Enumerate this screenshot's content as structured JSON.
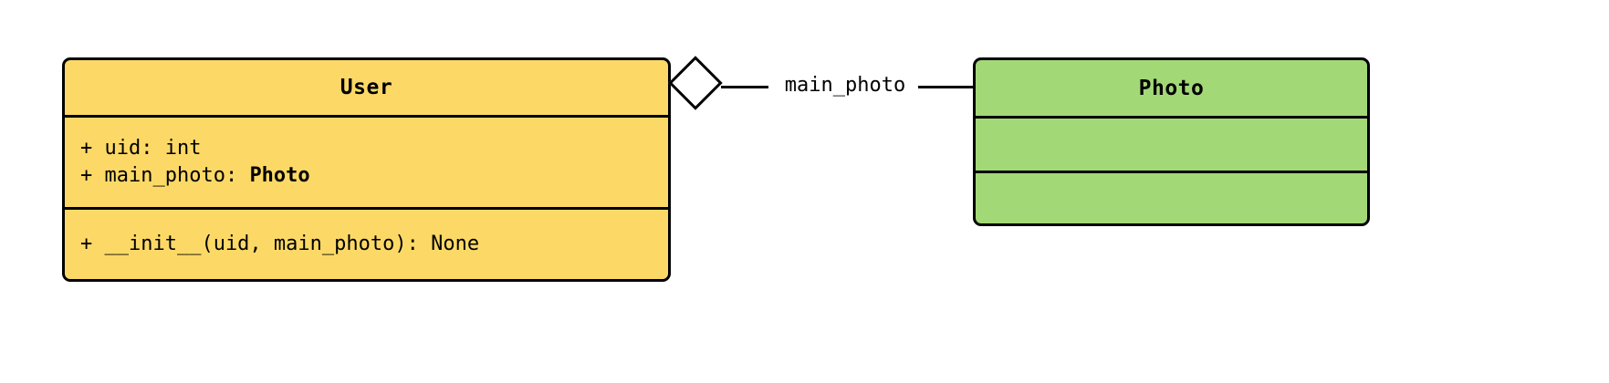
{
  "diagram": {
    "type": "uml-class-diagram",
    "background_color": "#ffffff",
    "classes": [
      {
        "id": "user",
        "name": "User",
        "fill_color": "#fcd966",
        "border_color": "#000000",
        "attributes": [
          {
            "visibility": "+",
            "text": "+ uid: int",
            "plain": "+ uid: ",
            "type_ref": "",
            "suffix": "int"
          },
          {
            "visibility": "+",
            "text": "+ main_photo: Photo",
            "plain": "+ main_photo: ",
            "type_ref": "Photo",
            "suffix": ""
          }
        ],
        "methods": [
          {
            "visibility": "+",
            "text": "+ __init__(uid, main_photo): None"
          }
        ]
      },
      {
        "id": "photo",
        "name": "Photo",
        "fill_color": "#a3d877",
        "border_color": "#000000",
        "attributes": [],
        "methods": []
      }
    ],
    "relationships": [
      {
        "id": "main-photo",
        "kind": "aggregation",
        "marker": "hollow-diamond",
        "source": "User",
        "target": "Photo",
        "label": "main_photo"
      }
    ]
  }
}
